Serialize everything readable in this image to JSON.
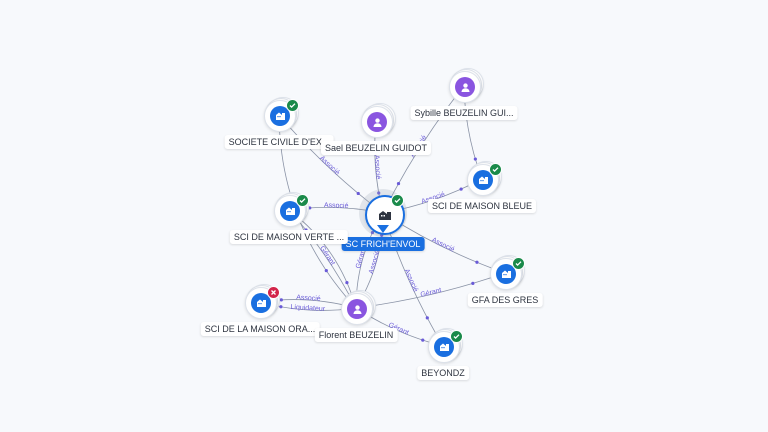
{
  "colors": {
    "company": "#1a6fe0",
    "person": "#8a55e0",
    "active_badge": "#1a8a4a",
    "closed_badge": "#d2244a",
    "edge": "#8a93a6",
    "edge_label": "#6a5bd8"
  },
  "nodes": {
    "center": {
      "label": "SC FRICH'ENVOL",
      "kind": "company",
      "status": "active",
      "icon": "building-icon"
    },
    "societe_civile": {
      "label": "SOCIETE CIVILE D'EX...",
      "kind": "company",
      "status": "active",
      "icon": "building-icon"
    },
    "sael": {
      "label": "Sael BEUZELIN GUIDOT",
      "kind": "person",
      "status": "none",
      "icon": "person-icon"
    },
    "sybille": {
      "label": "Sybille BEUZELIN GUI...",
      "kind": "person",
      "status": "none",
      "icon": "person-icon"
    },
    "maison_bleue": {
      "label": "SCI DE MAISON BLEUE",
      "kind": "company",
      "status": "active",
      "icon": "building-icon"
    },
    "maison_verte": {
      "label": "SCI DE MAISON VERTE ...",
      "kind": "company",
      "status": "active",
      "icon": "building-icon"
    },
    "gfa": {
      "label": "GFA DES GRES",
      "kind": "company",
      "status": "active",
      "icon": "building-icon"
    },
    "maison_orange": {
      "label": "SCI DE LA MAISON ORA...",
      "kind": "company",
      "status": "closed",
      "icon": "building-icon"
    },
    "florent": {
      "label": "Florent BEUZELIN",
      "kind": "person",
      "status": "none",
      "icon": "person-icon"
    },
    "beyondz": {
      "label": "BEYONDZ",
      "kind": "company",
      "status": "active",
      "icon": "building-icon"
    }
  },
  "edges": [
    {
      "from": "societe_civile",
      "to": "center",
      "label": "Associé"
    },
    {
      "from": "sael",
      "to": "center",
      "label": "Associé"
    },
    {
      "from": "sybille",
      "to": "center",
      "label": "Associé"
    },
    {
      "from": "center",
      "to": "maison_bleue",
      "label": "Associé"
    },
    {
      "from": "center",
      "to": "maison_verte",
      "label": "Associé"
    },
    {
      "from": "center",
      "to": "gfa",
      "label": "Associé"
    },
    {
      "from": "florent",
      "to": "center",
      "label": "Gérant"
    },
    {
      "from": "florent",
      "to": "center",
      "label": "Associé"
    },
    {
      "from": "florent",
      "to": "maison_orange",
      "label": "Liquidateur"
    },
    {
      "from": "florent",
      "to": "maison_orange",
      "label": "Associé"
    },
    {
      "from": "florent",
      "to": "maison_verte",
      "label": "Gérant"
    },
    {
      "from": "florent",
      "to": "gfa",
      "label": "Gérant"
    },
    {
      "from": "florent",
      "to": "beyondz",
      "label": "Gérant"
    },
    {
      "from": "center",
      "to": "beyondz",
      "label": "Associé"
    },
    {
      "from": "societe_civile",
      "to": "florent",
      "label": ""
    },
    {
      "from": "sybille",
      "to": "maison_bleue",
      "label": ""
    },
    {
      "from": "maison_verte",
      "to": "florent",
      "label": ""
    }
  ]
}
